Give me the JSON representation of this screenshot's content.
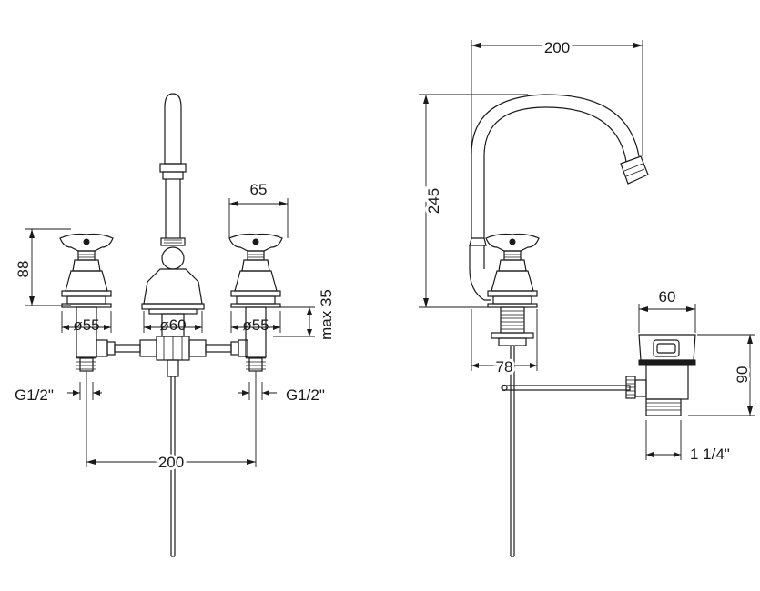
{
  "dimensions": {
    "handle_height": "88",
    "handle_spacing": "65",
    "max_depth": "max 35",
    "dia_left": "ø55",
    "dia_center": "ø60",
    "dia_right": "ø55",
    "thread_left": "G1/2\"",
    "thread_right": "G1/2\"",
    "center_span": "200",
    "spout_reach": "200",
    "spout_height": "245",
    "base_width": "78",
    "waste_width": "60",
    "waste_height": "90",
    "waste_thread": "1 1/4\""
  }
}
